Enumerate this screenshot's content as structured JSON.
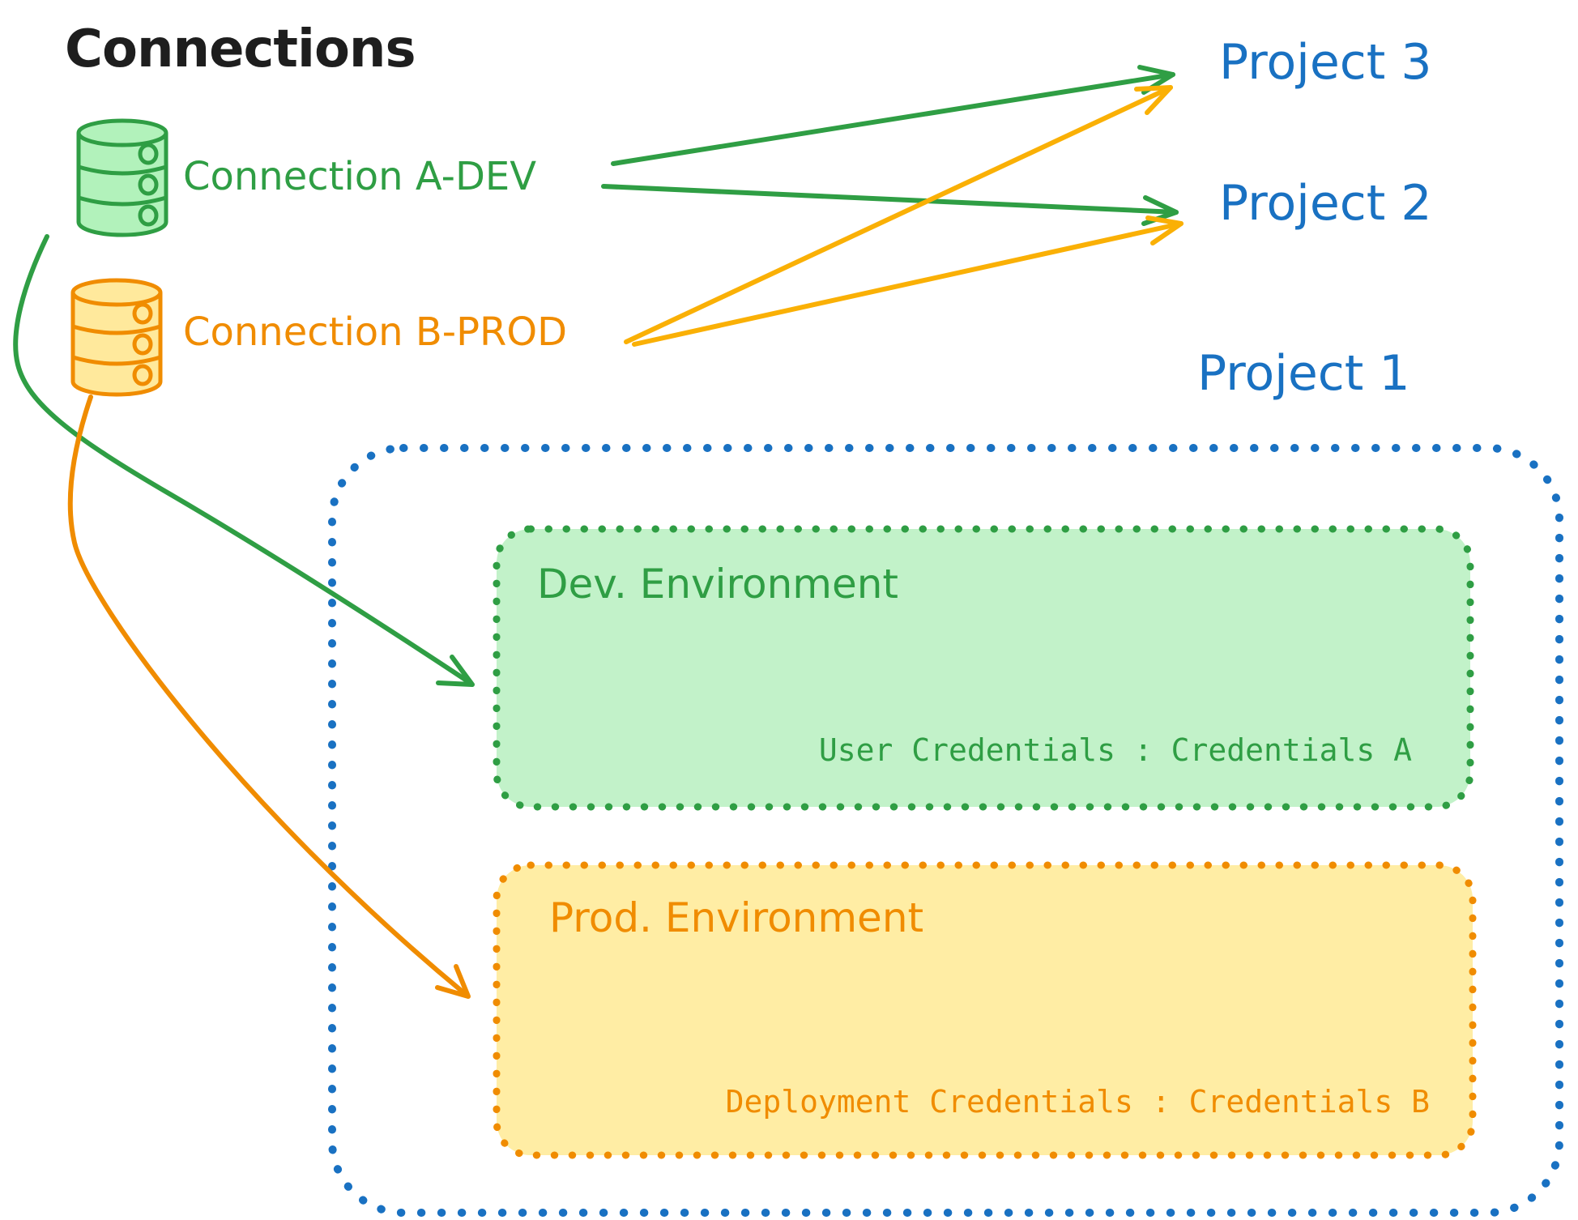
{
  "title": "Connections",
  "connections": [
    {
      "id": "a-dev",
      "label": "Connection A-DEV",
      "color": "#2f9e44",
      "icon": "database-cylinder-icon"
    },
    {
      "id": "b-prod",
      "label": "Connection B-PROD",
      "color": "#f08c00",
      "icon": "database-cylinder-icon"
    }
  ],
  "projects": [
    {
      "label": "Project 3"
    },
    {
      "label": "Project 2"
    },
    {
      "label": "Project 1"
    }
  ],
  "project1": {
    "dev_environment": {
      "title": "Dev. Environment",
      "credentials": "User Credentials : Credentials A",
      "border_color": "#2f9e44",
      "fill_color": "#c2f2c9"
    },
    "prod_environment": {
      "title": "Prod. Environment",
      "credentials": "Deployment Credentials : Credentials B",
      "border_color": "#f08c00",
      "fill_color": "#ffeda4"
    },
    "border_color": "#1971c2"
  },
  "edges": [
    {
      "from": "Connection A-DEV",
      "to": "Project 3",
      "color": "#2f9e44",
      "style": "straight"
    },
    {
      "from": "Connection A-DEV",
      "to": "Project 2",
      "color": "#2f9e44",
      "style": "straight"
    },
    {
      "from": "Connection B-PROD",
      "to": "Project 3",
      "color": "#fab005",
      "style": "straight"
    },
    {
      "from": "Connection B-PROD",
      "to": "Project 2",
      "color": "#fab005",
      "style": "straight"
    },
    {
      "from": "Connection A-DEV",
      "to": "Dev. Environment",
      "color": "#2f9e44",
      "style": "curved"
    },
    {
      "from": "Connection B-PROD",
      "to": "Prod. Environment",
      "color": "#f08c00",
      "style": "curved"
    }
  ],
  "colors": {
    "title_text": "#1e1e1e",
    "project_text": "#1971c2",
    "green_stroke": "#2f9e44",
    "green_fill": "#b2f2bb",
    "orange_stroke": "#f08c00",
    "orange_fill": "#ffe99c",
    "yellow_arrow": "#fab005",
    "blue_stroke": "#1971c2"
  }
}
